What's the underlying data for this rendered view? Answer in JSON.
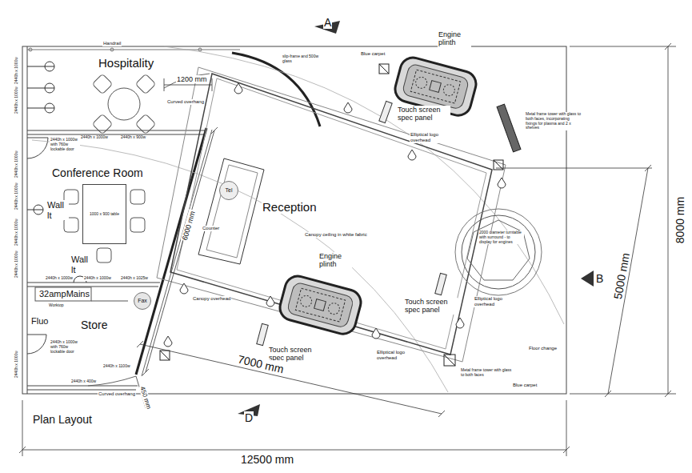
{
  "diagram": {
    "nodes": [
      {
        "text": [
          "Hospitality"
        ]
      },
      {
        "text": [
          "Conference Room"
        ]
      },
      {
        "text": [
          "1000 x 900 table"
        ],
        "in": 1
      },
      {
        "text": [
          "Store"
        ]
      },
      {
        "text": [
          "Fax"
        ],
        "in": 3
      },
      {
        "text": [
          "Reception"
        ]
      },
      {
        "text": [
          "Tel"
        ],
        "in": 5
      },
      {
        "text": [
          "Engine plinth"
        ]
      },
      {
        "text": [
          "Engine plinth"
        ]
      },
      {
        "text": [
          "2000 diameter turntable with surround - to display for engines"
        ]
      }
    ],
    "labels": [
      "A",
      "B",
      "D",
      "Handrail",
      "slip-frame and 500w glass",
      "Blue carpet",
      "Curved overhang",
      "1200 mm",
      "2440h x 1000w",
      "2440h x 900w",
      "2440h x 1000w with 760w lockable door",
      "Wall lt",
      "Wall lt",
      "2440h x 1000w",
      "2440h x 1000w",
      "2440h x 1025w",
      "32ampMains",
      "Worktop",
      "Fluo",
      "2440h x 1000w with 760w lockable door",
      "2440h x 400w",
      "2440h x 1100w",
      "Curved overhang",
      "450 mm",
      "Counter",
      "6000 mm",
      "Canopy ceiling in white fabric",
      "Canopy overhead",
      "Touch screen spec panel",
      "7000 mm",
      "Elliptical logo overhead",
      "Touch screen spec panel",
      "Elliptical logo overhead",
      "Metal frame tower with glass to both faces",
      "Blue carpet",
      "Floor change",
      "Touch screen spec panel",
      "Elliptical logo overhead",
      "Metal frame tower with glass to both faces, incorporating fixings for plasma and 2 x shelves",
      "5000 mm",
      "8000 mm",
      "12500 mm",
      "Plan Layout",
      "2440h x 1000w",
      "2440h x 1000w",
      "2440h x 1000w",
      "2440h x 1000w",
      "2440h x 1000w",
      "2440h x 1000w",
      "2440h x 1000w"
    ]
  }
}
